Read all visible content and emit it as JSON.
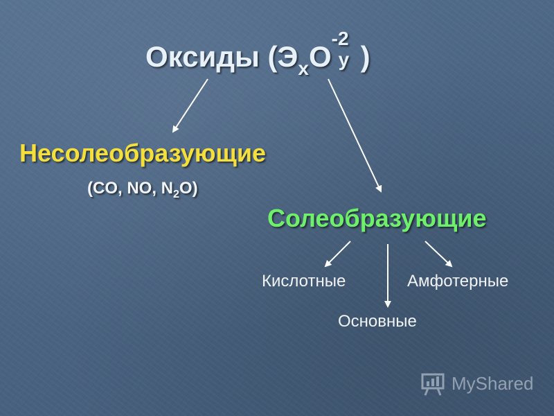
{
  "title": {
    "main": "Оксиды (Э",
    "x": "x",
    "o": "O",
    "sup": "-2",
    "y": "y",
    "close": ")"
  },
  "non_salt": {
    "label": "Несолеобразующие",
    "examples_a": "(CO, NO, N",
    "examples_sub": "2",
    "examples_b": "O)"
  },
  "salt": {
    "label": "Солеобразующие"
  },
  "children": {
    "acid": "Кислотные",
    "amphoteric": "Амфотерные",
    "basic": "Основные"
  },
  "watermark": {
    "text": "MyShared"
  },
  "colors": {
    "title": "#e8f0f8",
    "non_salt": "#f5df3a",
    "salt": "#6ef06a",
    "arrow": "#ffffff"
  }
}
